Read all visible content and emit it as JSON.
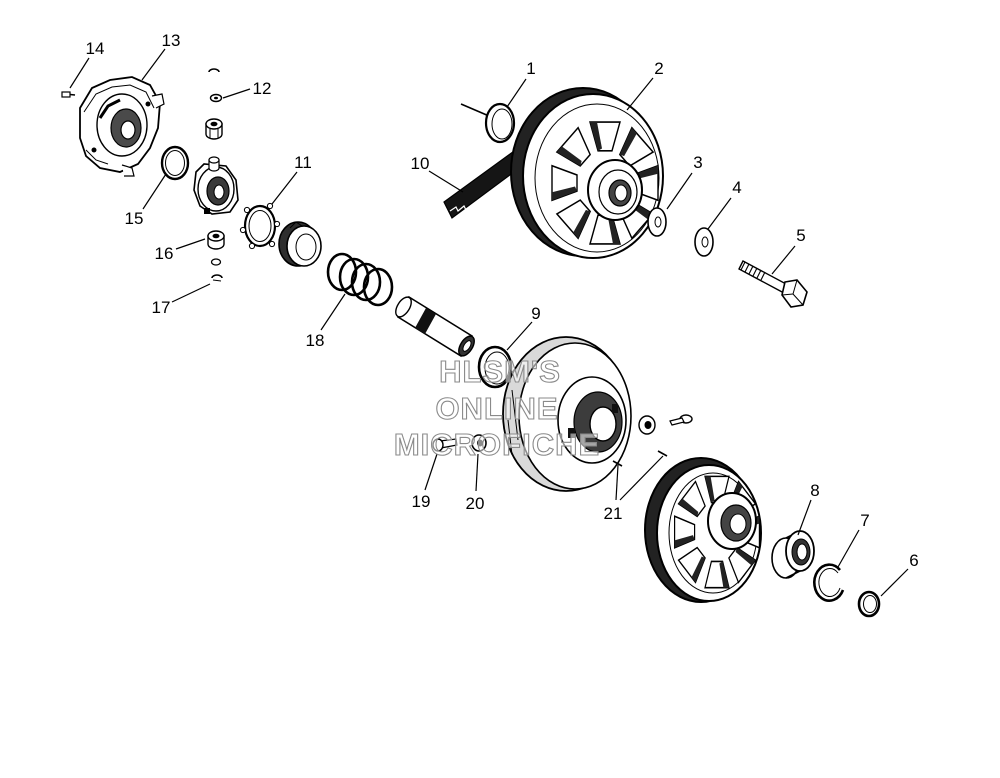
{
  "diagram": {
    "callouts": [
      "1",
      "2",
      "3",
      "4",
      "5",
      "6",
      "7",
      "8",
      "9",
      "10",
      "11",
      "12",
      "13",
      "14",
      "15",
      "16",
      "17",
      "18",
      "19",
      "20",
      "21"
    ],
    "watermark": [
      "HLSM'S",
      "ONLINE",
      "MICROFICHE"
    ]
  }
}
